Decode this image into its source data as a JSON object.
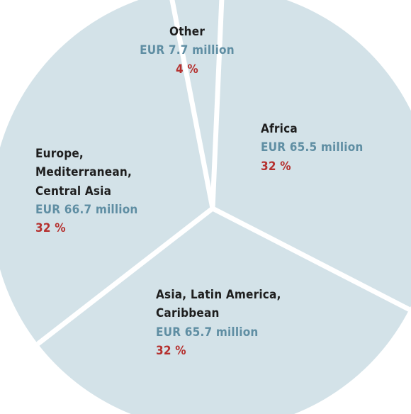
{
  "colors": {
    "slice": "#d3e2e8",
    "separator": "#ffffff",
    "name": "#1e1e1e",
    "amount": "#5f8ea3",
    "percent": "#b5302e"
  },
  "chart_data": {
    "type": "pie",
    "title": "",
    "slices": [
      {
        "label": "Africa",
        "value": 65.5,
        "amount_text": "EUR 65.5 million",
        "percent_text": "32 %"
      },
      {
        "label": "Asia, Latin America, Caribbean",
        "value": 65.7,
        "amount_text": "EUR 65.7 million",
        "percent_text": "32 %"
      },
      {
        "label": "Europe, Mediterranean, Central Asia",
        "value": 66.7,
        "amount_text": "EUR 66.7 million",
        "percent_text": "32 %"
      },
      {
        "label": "Other",
        "value": 7.7,
        "amount_text": "EUR 7.7 million",
        "percent_text": "4 %"
      }
    ]
  },
  "labels": {
    "africa": {
      "name": "Africa",
      "amount": "EUR 65.5 million",
      "pct": "32 %"
    },
    "asia": {
      "name": "Asia, Latin America,\nCaribbean",
      "amount": "EUR 65.7 million",
      "pct": "32 %"
    },
    "europe": {
      "name": "Europe,\nMediterranean,\nCentral Asia",
      "amount": "EUR 66.7 million",
      "pct": "32 %"
    },
    "other": {
      "name": "Other",
      "amount": "EUR 7.7 million",
      "pct": "4 %"
    }
  }
}
